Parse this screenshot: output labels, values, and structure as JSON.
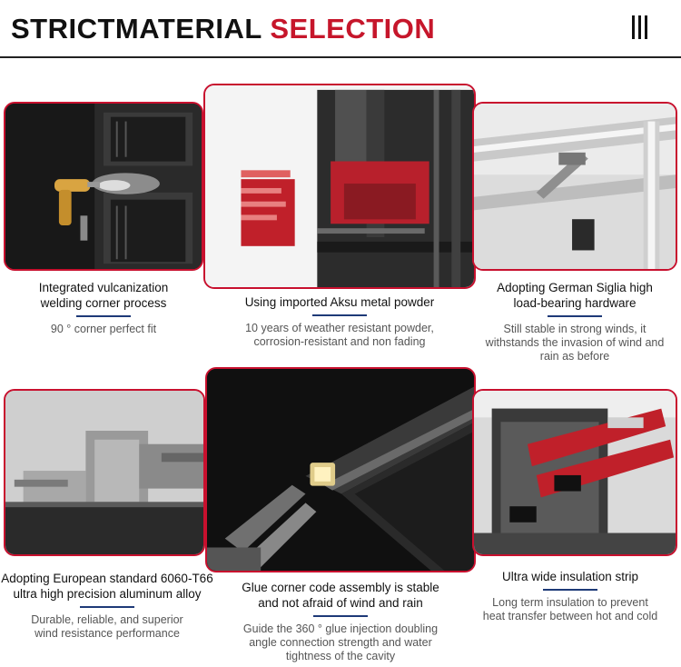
{
  "header": {
    "title_black": "STRICTMATERIAL",
    "title_red": "SELECTION",
    "menu_icon": "vertical-bars-icon"
  },
  "colors": {
    "accent": "#c8102e",
    "underline": "#1e3a78",
    "text": "#111111"
  },
  "features": [
    {
      "title": "Integrated vulcanization\nwelding corner process",
      "desc": "90 ° corner perfect fit"
    },
    {
      "title": "Using imported Aksu metal powder",
      "desc": "10 years of weather resistant powder,\ncorrosion-resistant and non fading"
    },
    {
      "title": "Adopting German Siglia high\nload-bearing hardware",
      "desc": "Still stable in strong winds, it\nwithstands the invasion of wind and\nrain as before"
    },
    {
      "title": "Adopting European standard 6060-T66\nultra high precision aluminum alloy",
      "desc": "Durable, reliable, and superior\nwind resistance performance"
    },
    {
      "title": "Glue corner code assembly is stable\nand not afraid of wind and rain",
      "desc": "Guide the 360 ° glue injection doubling\nangle connection strength and water\ntightness of the cavity"
    },
    {
      "title": "Ultra wide insulation strip",
      "desc": "Long term insulation to prevent\nheat transfer between hot and cold"
    }
  ]
}
